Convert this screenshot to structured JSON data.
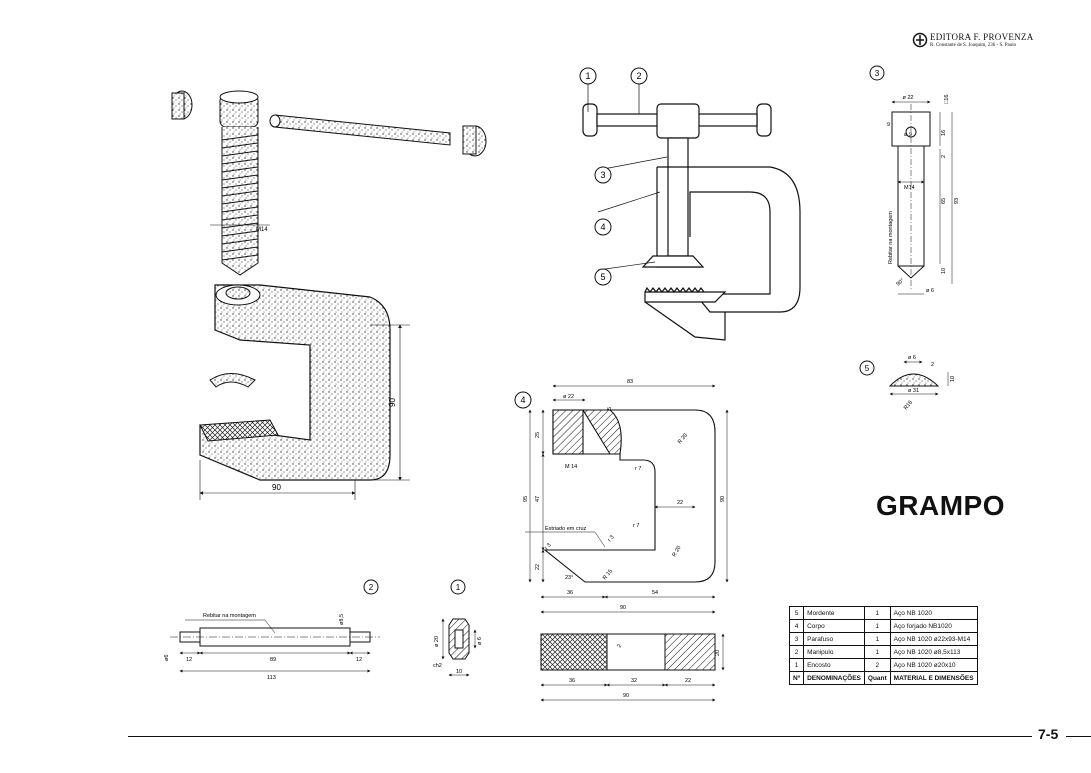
{
  "publisher": {
    "name": "EDITORA  F. PROVENZA",
    "address": "R. Constante de S. Joaquim, 236 - S. Paulo"
  },
  "title": "GRAMPO",
  "page_number": "7-5",
  "part_markers": [
    "1",
    "2",
    "3",
    "4",
    "5"
  ],
  "iso_view": {
    "dims": {
      "m14": "M14",
      "height": "90",
      "width": "90"
    }
  },
  "assembly_view": {
    "callouts": [
      "1",
      "2",
      "3",
      "4",
      "5"
    ]
  },
  "part3": {
    "dims": {
      "d22": "ø 22",
      "sq": "□16",
      "h9": "9",
      "d9": "ø 9",
      "h16": "16",
      "h2": "2",
      "m14": "M14",
      "h65": "65",
      "h93": "93",
      "h10": "10",
      "d6": "ø 6",
      "angle": "90°"
    },
    "note": "Rebitar na montagem"
  },
  "part5": {
    "dims": {
      "d6": "ø 6",
      "r2": "2",
      "h10": "10",
      "d31": "ø 31",
      "r16": "R16"
    }
  },
  "part4": {
    "dims": {
      "w83": "83",
      "d22": "ø 22",
      "d5": "5",
      "h25": "25",
      "m14": "M 14",
      "r20a": "R 20",
      "r7a": "r 7",
      "h95": "95",
      "h47": "47",
      "h22w": "22",
      "h90": "90",
      "r7b": "r 7",
      "r3": "r 3",
      "r20b": "R 20",
      "h22": "22",
      "r3b": "r 3",
      "a23": "23°",
      "r15": "R 15",
      "w36": "36",
      "w54": "54",
      "w90": "90",
      "p2": "2",
      "s20": "20",
      "s36": "36",
      "s32": "32",
      "s22": "22",
      "s90": "90"
    },
    "note": "Estriado em cruz"
  },
  "part2": {
    "note": "Rebitar na montagem",
    "dims": {
      "d85": "ø8,5",
      "d6": "ø6",
      "w12a": "12",
      "w89": "89",
      "w12b": "12",
      "w113": "113"
    }
  },
  "part1": {
    "dims": {
      "d20": "ø 20",
      "d6": "ø 6",
      "ch2": "ch2",
      "w10": "10"
    }
  },
  "bom": {
    "headers": [
      "Nº",
      "DENOMINAÇÕES",
      "Quant",
      "MATERIAL  E  DIMENSÕES"
    ],
    "rows": [
      {
        "num": "5",
        "name": "Mordente",
        "qty": "1",
        "material": "Aço NB 1020"
      },
      {
        "num": "4",
        "name": "Corpo",
        "qty": "1",
        "material": "Aço forjado NB1020"
      },
      {
        "num": "3",
        "name": "Parafuso",
        "qty": "1",
        "material": "Aço NB 1020  ø22x93-M14"
      },
      {
        "num": "2",
        "name": "Manipulo",
        "qty": "1",
        "material": "Aço NB 1020  ø8,5x113"
      },
      {
        "num": "1",
        "name": "Encosto",
        "qty": "2",
        "material": "Aço NB 1020  ø20x10"
      }
    ]
  }
}
